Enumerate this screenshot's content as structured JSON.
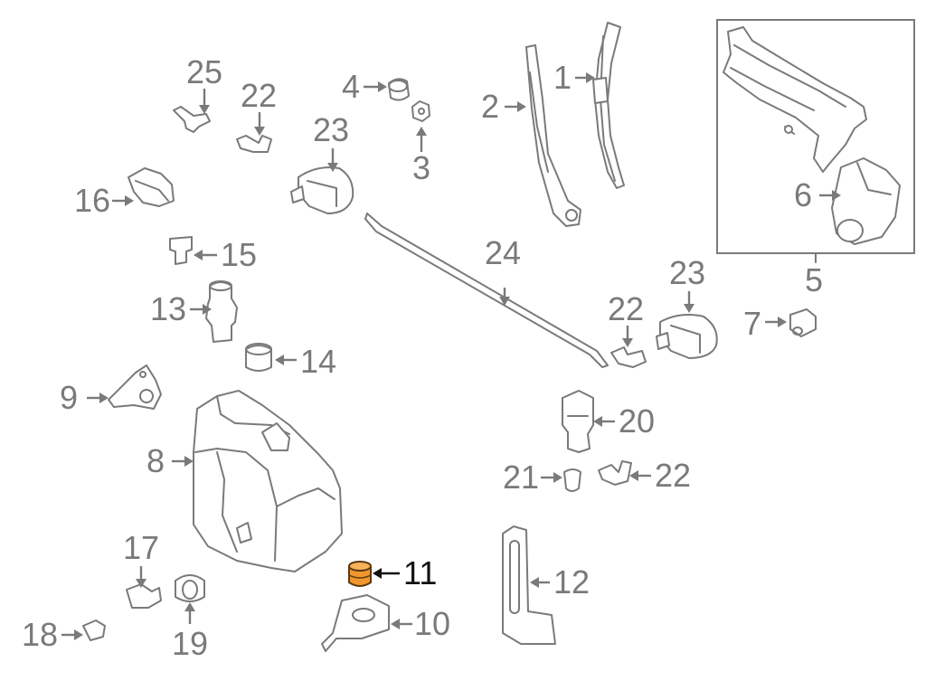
{
  "callouts": [
    {
      "id": "c1",
      "label": "1"
    },
    {
      "id": "c2",
      "label": "2"
    },
    {
      "id": "c3",
      "label": "3"
    },
    {
      "id": "c4",
      "label": "4"
    },
    {
      "id": "c5",
      "label": "5"
    },
    {
      "id": "c6",
      "label": "6"
    },
    {
      "id": "c7",
      "label": "7"
    },
    {
      "id": "c8",
      "label": "8"
    },
    {
      "id": "c9",
      "label": "9"
    },
    {
      "id": "c10",
      "label": "10"
    },
    {
      "id": "c11",
      "label": "11"
    },
    {
      "id": "c12",
      "label": "12"
    },
    {
      "id": "c13",
      "label": "13"
    },
    {
      "id": "c14",
      "label": "14"
    },
    {
      "id": "c15",
      "label": "15"
    },
    {
      "id": "c16",
      "label": "16"
    },
    {
      "id": "c17",
      "label": "17"
    },
    {
      "id": "c18",
      "label": "18"
    },
    {
      "id": "c19",
      "label": "19"
    },
    {
      "id": "c20",
      "label": "20"
    },
    {
      "id": "c21",
      "label": "21"
    },
    {
      "id": "c22a",
      "label": "22"
    },
    {
      "id": "c22b",
      "label": "22"
    },
    {
      "id": "c22c",
      "label": "22"
    },
    {
      "id": "c23a",
      "label": "23"
    },
    {
      "id": "c23b",
      "label": "23"
    },
    {
      "id": "c24",
      "label": "24"
    },
    {
      "id": "c25",
      "label": "25"
    }
  ],
  "highlight": {
    "callout": "11",
    "color": "#f0962e",
    "label_color": "#111111"
  },
  "colors": {
    "line": "#7a7a7a",
    "background": "#ffffff"
  }
}
